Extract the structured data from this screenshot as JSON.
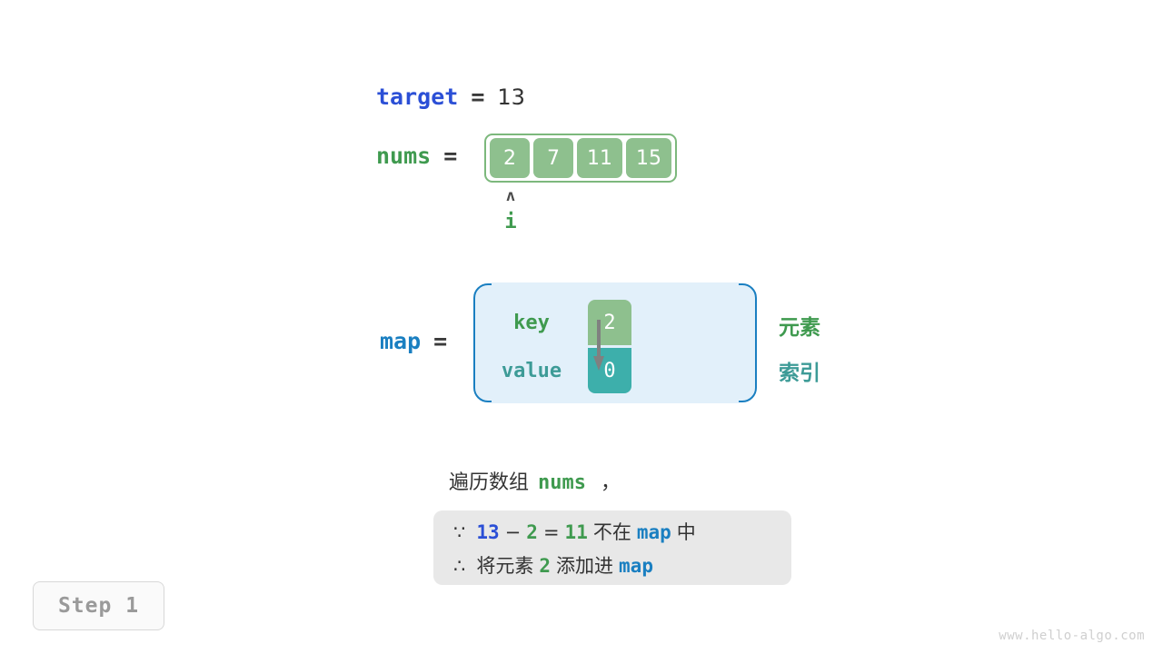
{
  "target": {
    "name": "target",
    "equals": "=",
    "value": "13"
  },
  "nums": {
    "name": "nums",
    "equals": "=",
    "cells": [
      "2",
      "7",
      "11",
      "15"
    ]
  },
  "pointer": {
    "caret": "ʌ",
    "label": "i"
  },
  "map": {
    "name": "map",
    "equals": "=",
    "key_label": "key",
    "value_label": "value",
    "key_cell": "2",
    "value_cell": "0",
    "legend_element": "元素",
    "legend_index": "索引"
  },
  "caption": {
    "prefix": "遍历数组",
    "code": "nums",
    "suffix": "，"
  },
  "note": {
    "line1": {
      "symbol": "∵",
      "a": "13",
      "minus": "−",
      "b": "2",
      "eq": "=",
      "c": "11",
      "text": "不在",
      "map": "map",
      "tail": "中"
    },
    "line2": {
      "symbol": "∴",
      "text1": "将元素",
      "v": "2",
      "text2": "添加进",
      "map": "map"
    }
  },
  "step": {
    "label": "Step 1"
  },
  "watermark": {
    "text": "www.hello-algo.com"
  },
  "colors": {
    "target_blue": "#2b4fd6",
    "map_blue": "#1a7fc1",
    "green": "#3f9a4f",
    "cell_green": "#8ec08e",
    "teal": "#3dafab",
    "teal_text": "#3d9b97",
    "map_bg": "#e2f0fa",
    "note_bg": "#e8e8e8",
    "step_gray": "#9a9a9a",
    "watermark_gray": "#cfcfcf"
  }
}
